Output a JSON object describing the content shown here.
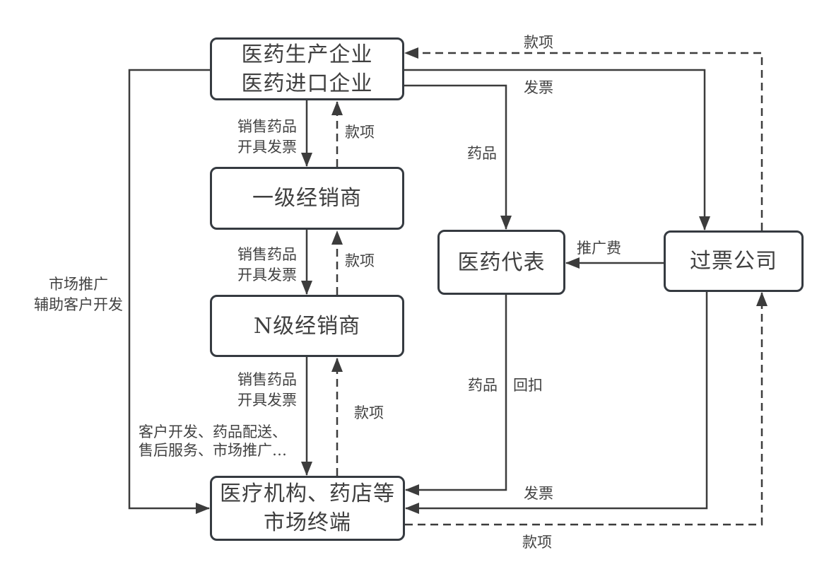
{
  "colors": {
    "background": "#ffffff",
    "line": "#3c3c3c",
    "box_border": "#353a40",
    "text": "#3f3f3f"
  },
  "nodes": {
    "manufacturer": {
      "line1": "医药生产企业",
      "line2": "医药进口企业"
    },
    "tier1_distributor": {
      "line1": "一级经销商"
    },
    "tierN_distributor": {
      "line1": "N级经销商"
    },
    "market_terminal": {
      "line1": "医疗机构、药店等",
      "line2": "市场终端"
    },
    "medical_rep": {
      "line1": "医药代表"
    },
    "invoice_company": {
      "line1": "过票公司"
    }
  },
  "labels": {
    "sell_drugs": "销售药品",
    "issue_invoice": "开具发票",
    "payment": "款项",
    "invoice": "发票",
    "drugs": "药品",
    "kickback": "回扣",
    "promotion_fee": "推广费",
    "market_promotion": "市场推广",
    "assist_customer_dev": "辅助客户开发",
    "terminal_services_line1": "客户开发、药品配送、",
    "terminal_services_line2": "售后服务、市场推广…"
  },
  "edges": [
    {
      "from": "manufacturer",
      "to": "tier1_distributor",
      "label": "销售药品 开具发票",
      "style": "solid"
    },
    {
      "from": "tier1_distributor",
      "to": "manufacturer",
      "label": "款项",
      "style": "dashed"
    },
    {
      "from": "tier1_distributor",
      "to": "tierN_distributor",
      "label": "销售药品 开具发票",
      "style": "solid"
    },
    {
      "from": "tierN_distributor",
      "to": "tier1_distributor",
      "label": "款项",
      "style": "dashed"
    },
    {
      "from": "tierN_distributor",
      "to": "market_terminal",
      "label": "销售药品 开具发票 客户开发、药品配送、售后服务、市场推广…",
      "style": "solid"
    },
    {
      "from": "market_terminal",
      "to": "tierN_distributor",
      "label": "款项",
      "style": "dashed"
    },
    {
      "from": "manufacturer",
      "to": "market_terminal",
      "label": "市场推广 辅助客户开发",
      "style": "solid"
    },
    {
      "from": "manufacturer",
      "to": "medical_rep",
      "label": "药品",
      "style": "solid"
    },
    {
      "from": "manufacturer",
      "to": "invoice_company",
      "label": "发票",
      "style": "solid"
    },
    {
      "from": "invoice_company",
      "to": "manufacturer",
      "label": "款项",
      "style": "dashed"
    },
    {
      "from": "invoice_company",
      "to": "medical_rep",
      "label": "推广费",
      "style": "solid"
    },
    {
      "from": "medical_rep",
      "to": "market_terminal",
      "label": "药品 回扣",
      "style": "solid"
    },
    {
      "from": "invoice_company",
      "to": "market_terminal",
      "label": "发票",
      "style": "solid"
    },
    {
      "from": "market_terminal",
      "to": "invoice_company",
      "label": "款项",
      "style": "dashed"
    }
  ]
}
